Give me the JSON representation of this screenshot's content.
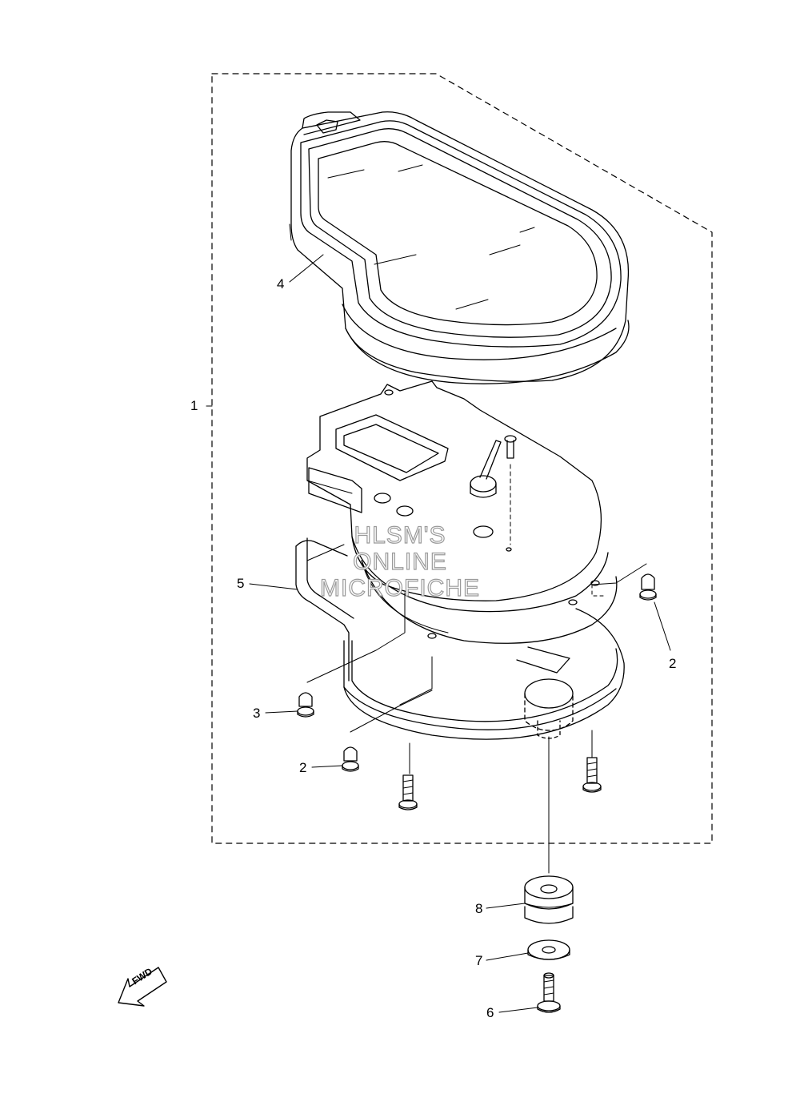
{
  "callouts": {
    "c1": "1",
    "c2a": "2",
    "c2b": "2",
    "c3": "3",
    "c4": "4",
    "c5": "5",
    "c6": "6",
    "c7": "7",
    "c8": "8"
  },
  "watermark": {
    "line1": "HLSM'S",
    "line2": "ONLINE",
    "line3": "MICROFICHE"
  },
  "direction_arrow": {
    "label": "FWD"
  }
}
